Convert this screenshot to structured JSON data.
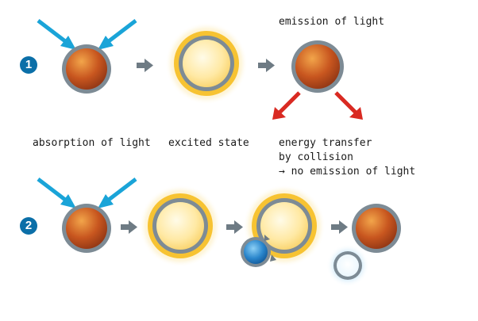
{
  "colors": {
    "absorb_arrow": "#1aa4d8",
    "emit_arrow": "#d92a22",
    "step_arrow": "#6e7b84",
    "ring": "#7d8b95",
    "badge": "#0b6fa8",
    "ground_particle": "#b9461a",
    "excited_core": "#ffdd7a",
    "excited_halo": "#f7c332",
    "quencher": "#1f79bf"
  },
  "steps": {
    "one": {
      "number": "1"
    },
    "two": {
      "number": "2"
    }
  },
  "labels": {
    "emission": "emission of light",
    "absorption": "absorption of light",
    "excited": "excited state",
    "transfer_line1": "energy transfer",
    "transfer_line2": "by collision",
    "transfer_line3": "→ no emission of light"
  }
}
